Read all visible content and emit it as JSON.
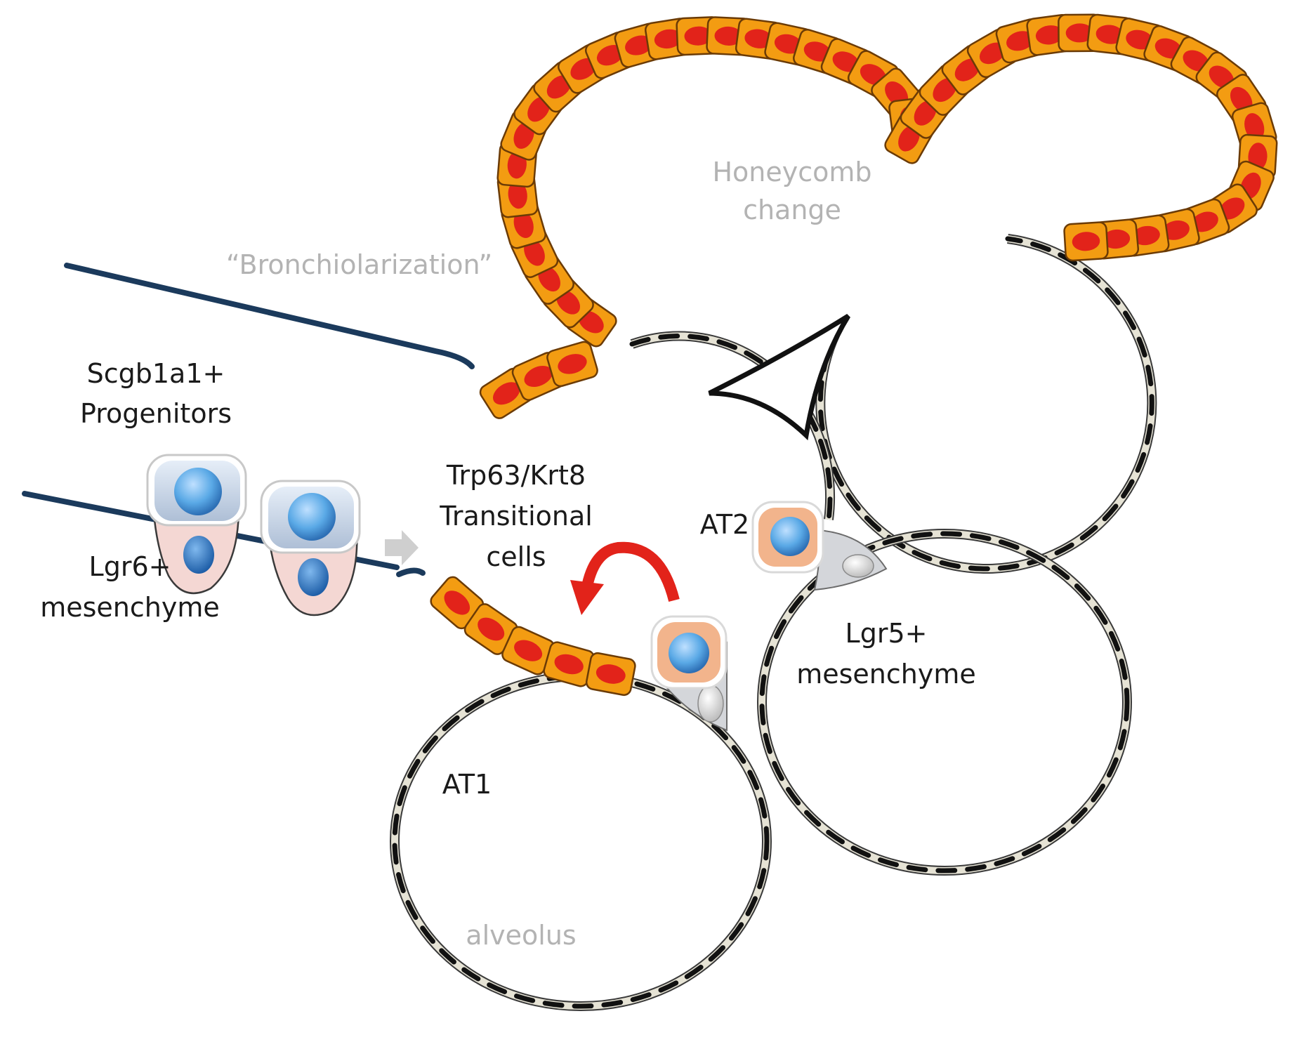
{
  "labels": {
    "honeycomb_line1": "Honeycomb",
    "honeycomb_line2": "change",
    "bronchiolarization": "“Bronchiolarization”",
    "scgb_line1": "Scgb1a1+",
    "scgb_line2": "Progenitors",
    "lgr6_line1": "Lgr6+",
    "lgr6_line2": "mesenchyme",
    "trp63_line1": "Trp63/Krt8",
    "trp63_line2": "Transitional",
    "trp63_line3": "cells",
    "at2": "AT2",
    "lgr5_line1": "Lgr5+",
    "lgr5_line2": "mesenchyme",
    "at1": "AT1",
    "alveolus": "alveolus"
  },
  "colors": {
    "airway_line": "#1b3a5c",
    "epithelial_cell": "#f39c12",
    "epithelial_nucleus": "#e2231a",
    "at1_membrane": "#e6e3d5",
    "at1_nucleus": "#111111",
    "at2_cell": "#f2b48c",
    "progenitor_nucleus": "#5aa9e6",
    "mesenchyme_cell": "#f4d7d3",
    "label_grey": "#b3b3b3",
    "arrow_red": "#e2231a"
  }
}
